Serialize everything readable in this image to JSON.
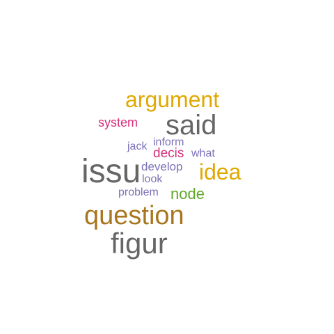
{
  "words": [
    {
      "key": "argument",
      "text": "argument",
      "color": "#e0a800"
    },
    {
      "key": "said",
      "text": "said",
      "color": "#666666"
    },
    {
      "key": "system",
      "text": "system",
      "color": "#d6307a"
    },
    {
      "key": "inform",
      "text": "inform",
      "color": "#7b72b8"
    },
    {
      "key": "jack",
      "text": "jack",
      "color": "#7b72b8"
    },
    {
      "key": "decis",
      "text": "decis",
      "color": "#d6307a"
    },
    {
      "key": "what",
      "text": "what",
      "color": "#7b72b8"
    },
    {
      "key": "issu",
      "text": "issu",
      "color": "#666666"
    },
    {
      "key": "develop",
      "text": "develop",
      "color": "#7b72b8"
    },
    {
      "key": "idea",
      "text": "idea",
      "color": "#e0a800"
    },
    {
      "key": "look",
      "text": "look",
      "color": "#7b72b8"
    },
    {
      "key": "problem",
      "text": "problem",
      "color": "#7b72b8"
    },
    {
      "key": "node",
      "text": "node",
      "color": "#5fa82a"
    },
    {
      "key": "question",
      "text": "question",
      "color": "#a8761e"
    },
    {
      "key": "figur",
      "text": "figur",
      "color": "#666666"
    }
  ]
}
